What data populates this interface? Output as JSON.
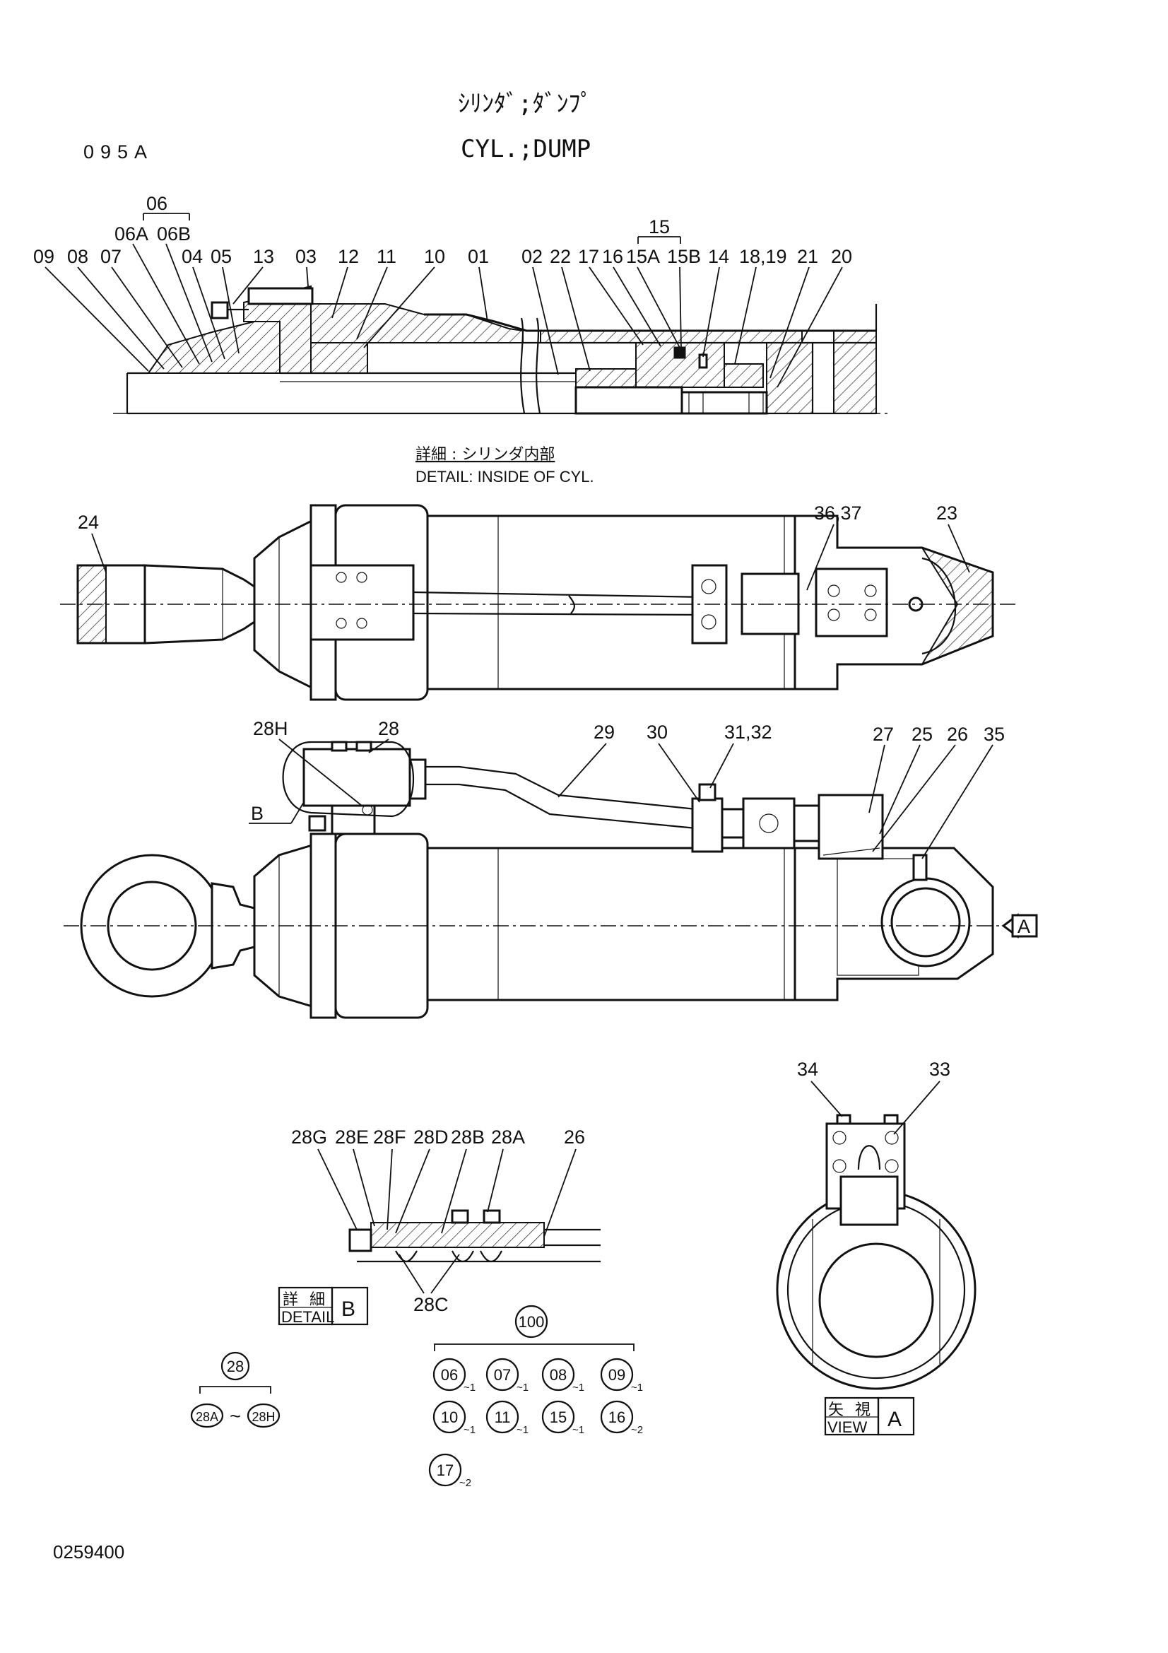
{
  "header": {
    "code": "095A",
    "title_jp": "ｼﾘﾝﾀﾞ;ﾀﾞﾝﾌﾟ",
    "title_en": "CYL.;DUMP"
  },
  "section_detail": {
    "caption_jp": "詳細 : シリンダ内部",
    "caption_en": "DETAIL: INSIDE OF CYL.",
    "group_06": "06",
    "group_15": "15",
    "labels": [
      "09",
      "08",
      "07",
      "06A",
      "06B",
      "04",
      "05",
      "13",
      "03",
      "12",
      "11",
      "10",
      "01",
      "02",
      "22",
      "17",
      "16",
      "15A",
      "15B",
      "14",
      "18,19",
      "21",
      "20"
    ]
  },
  "top_view": {
    "labels": [
      "24",
      "36,37",
      "23"
    ]
  },
  "side_view": {
    "labels": [
      "28H",
      "28",
      "B",
      "29",
      "30",
      "31,32",
      "27",
      "25",
      "26",
      "35",
      "A"
    ]
  },
  "detail_b": {
    "labels": [
      "28G",
      "28E",
      "28F",
      "28D",
      "28B",
      "28A",
      "26",
      "28C"
    ],
    "caption_jp_1": "詳",
    "caption_jp_2": "細",
    "caption_en": "DETAIL",
    "letter": "B"
  },
  "view_a": {
    "labels": [
      "34",
      "33"
    ],
    "caption_jp_1": "矢",
    "caption_jp_2": "視",
    "caption_en": "VIEW",
    "letter": "A"
  },
  "kit_28": {
    "head": "28",
    "from": "28A",
    "tilde": "~",
    "to": "28H"
  },
  "kit_100": {
    "head": "100",
    "items": [
      {
        "n": "06",
        "q": "~1"
      },
      {
        "n": "07",
        "q": "~1"
      },
      {
        "n": "08",
        "q": "~1"
      },
      {
        "n": "09",
        "q": "~1"
      },
      {
        "n": "10",
        "q": "~1"
      },
      {
        "n": "11",
        "q": "~1"
      },
      {
        "n": "15",
        "q": "~1"
      },
      {
        "n": "16",
        "q": "~2"
      },
      {
        "n": "17",
        "q": "~2"
      }
    ]
  },
  "footer": {
    "drawing_number": "0259400"
  }
}
